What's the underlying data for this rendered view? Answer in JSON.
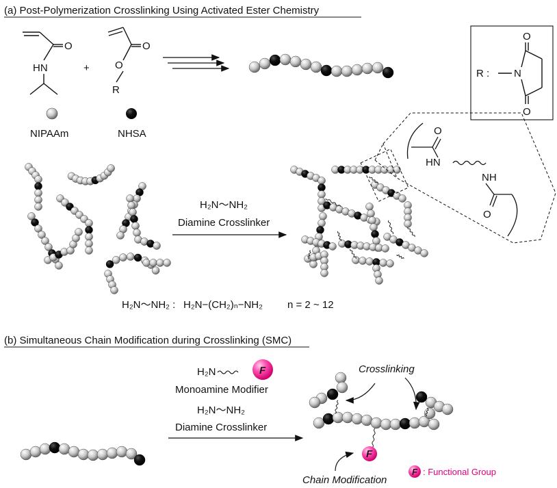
{
  "section_a": {
    "title": "(a) Post-Polymerization Crosslinking Using Activated Ester Chemistry",
    "nipaam_o": "O",
    "nipaam_hn": "HN",
    "plus": "+",
    "nhsa_o1": "O",
    "nhsa_o2": "O",
    "nhsa_r": "R",
    "nipaam_label": "NIPAAm",
    "nhsa_label": "NHSA",
    "r_group": {
      "r_label": "R :",
      "n": "N",
      "o_top": "O",
      "o_bottom": "O"
    },
    "zoom": {
      "o_top": "O",
      "hn": "HN",
      "nh": "NH",
      "o_bottom": "O"
    },
    "crosslinker_formula": "H₂N〜NH₂",
    "crosslinker_label": "Diamine Crosslinker",
    "definition_left": "H₂N〜NH₂ :",
    "definition_right": "H₂N−(CH₂)ₙ−NH₂",
    "n_range": "n = 2 ~ 12"
  },
  "section_b": {
    "title": "(b) Simultaneous Chain Modification during Crosslinking (SMC)",
    "modifier_formula": "H₂N",
    "functional_symbol": "F",
    "modifier_label": "Monoamine Modifier",
    "crosslinker_formula": "H₂N〜NH₂",
    "crosslinker_label": "Diamine Crosslinker",
    "crosslinking_label": "Crosslinking",
    "chain_mod_label": "Chain Modification",
    "legend_label": ": Functional Group"
  },
  "colors": {
    "bead_light": "#f2f2f2",
    "bead_dark": "#000000",
    "functional": "#e0007a"
  },
  "icons": [
    "gray-bead-icon",
    "black-bead-icon",
    "functional-group-icon",
    "reaction-arrow-icon"
  ]
}
